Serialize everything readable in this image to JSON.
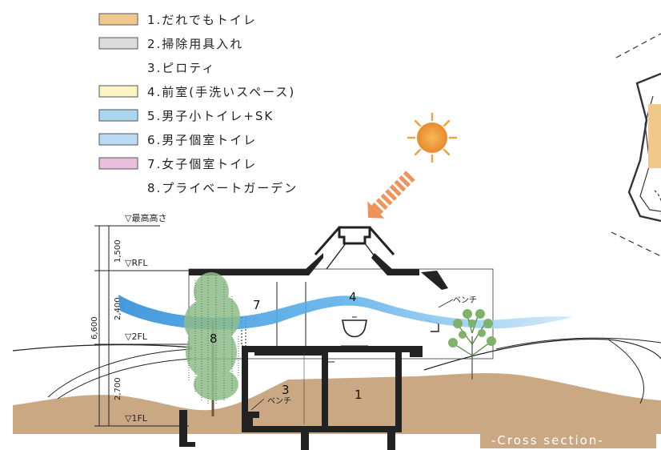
{
  "legend": {
    "items": [
      {
        "label": "1.だれでもトイレ",
        "swatch": "#f0c88a"
      },
      {
        "label": "2.掃除用具入れ",
        "swatch": "#dcdcdc"
      },
      {
        "label": "3.ピロティ",
        "swatch": ""
      },
      {
        "label": "4.前室(手洗いスペース)",
        "swatch": "#fbf3c2"
      },
      {
        "label": "5.男子小トイレ+SK",
        "swatch": "#a9d6ee"
      },
      {
        "label": "6.男子個室トイレ",
        "swatch": "#bcdaf3"
      },
      {
        "label": "7.女子個室トイレ",
        "swatch": "#e9bfdd"
      },
      {
        "label": "8.プライベートガーデン",
        "swatch": ""
      }
    ]
  },
  "levels": {
    "max_height": "▽最高高さ",
    "rfl": "▽RFL",
    "fl2": "▽2FL",
    "fl1": "▽1FL"
  },
  "dimensions": {
    "total": "6,600",
    "upper": "1,500",
    "middle": "2,400",
    "lower": "2,700"
  },
  "rooms": {
    "r1": "1",
    "r3": "3",
    "r4": "4",
    "r7": "7",
    "r8": "8"
  },
  "labels": {
    "bench_upper": "ベンチ",
    "bench_lower": "ベンチ"
  },
  "caption": "-Cross section-",
  "colors": {
    "ground": "#c9a883",
    "wind": "#4aa3e0",
    "sun": "#f3a23a",
    "arrow": "#f0935a",
    "caption_bg": "#c9a883"
  }
}
